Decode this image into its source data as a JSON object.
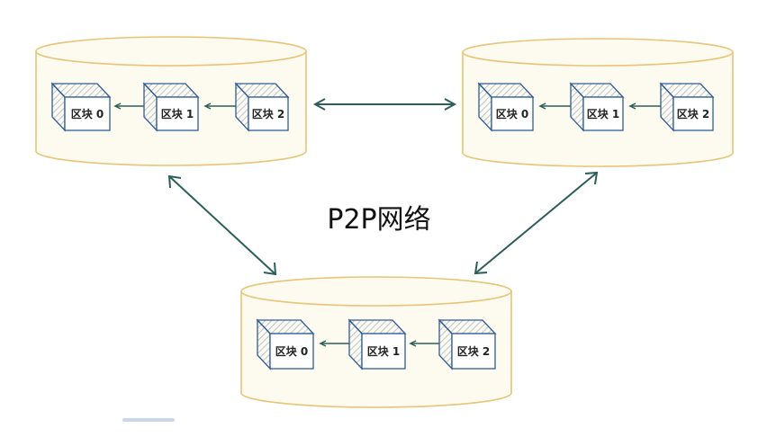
{
  "diagram": {
    "title": "P2P网络",
    "colors": {
      "node_stroke": "#e8c476",
      "node_fill": "#fdfaf0",
      "block_stroke": "#2f5c96",
      "block_fill": "#ffffff",
      "block_hatch": "#aab7cc",
      "arrow": "#2c5f5a"
    },
    "nodes": [
      {
        "id": "top-left",
        "blocks": [
          "区块 0",
          "区块 1",
          "区块 2"
        ]
      },
      {
        "id": "top-right",
        "blocks": [
          "区块 0",
          "区块 1",
          "区块 2"
        ]
      },
      {
        "id": "bottom",
        "blocks": [
          "区块 0",
          "区块 1",
          "区块 2"
        ]
      }
    ],
    "connections": [
      {
        "from": "top-left",
        "to": "top-right",
        "direction": "both"
      },
      {
        "from": "top-left",
        "to": "bottom",
        "direction": "both"
      },
      {
        "from": "top-right",
        "to": "bottom",
        "direction": "both"
      }
    ]
  }
}
